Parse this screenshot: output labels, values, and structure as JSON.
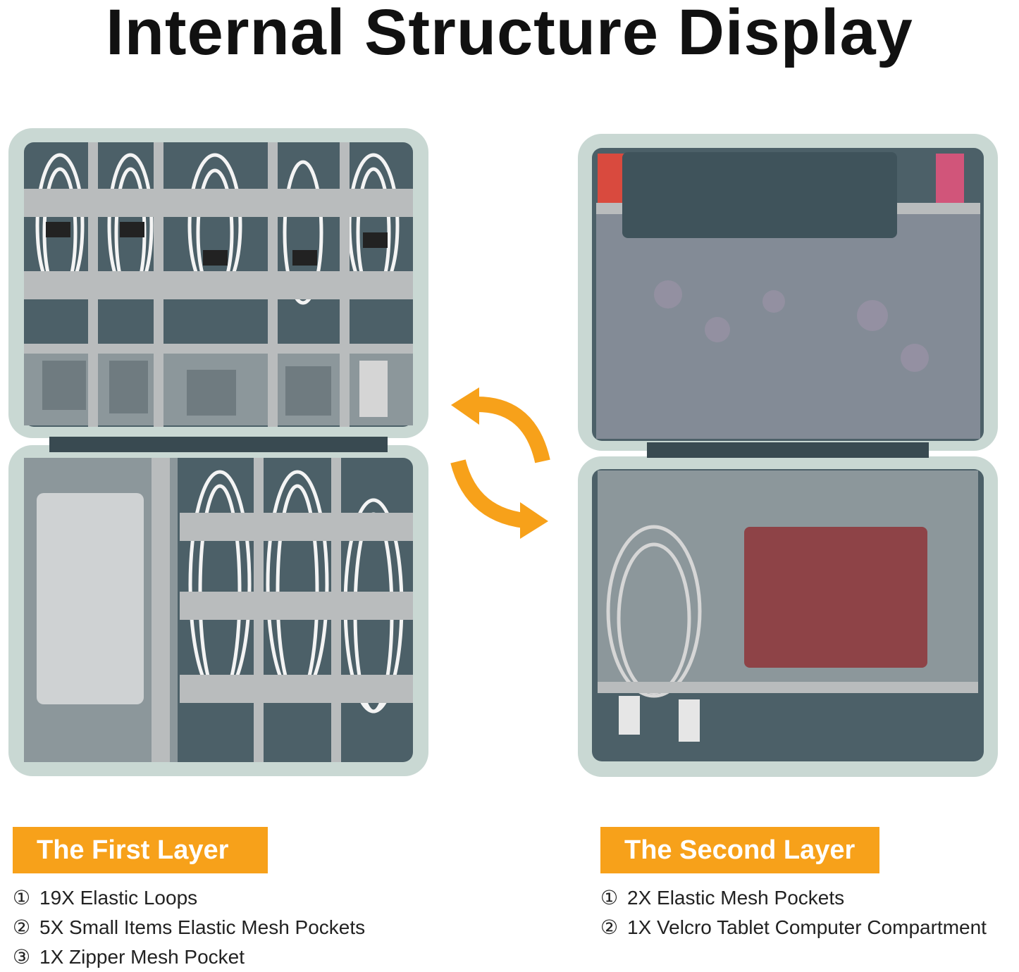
{
  "title": "Internal Structure Display",
  "first_layer": {
    "label": "The First Layer",
    "features": [
      {
        "num": "①",
        "text": "19X Elastic Loops"
      },
      {
        "num": "②",
        "text": "5X Small Items Elastic Mesh Pockets"
      },
      {
        "num": "③",
        "text": "1X Zipper Mesh Pocket"
      }
    ]
  },
  "second_layer": {
    "label": "The Second Layer",
    "features": [
      {
        "num": "①",
        "text": "2X Elastic Mesh Pockets"
      },
      {
        "num": "②",
        "text": "1X Velcro Tablet Computer Compartment"
      }
    ]
  },
  "colors": {
    "accent": "#f7a11a",
    "case_trim": "#c9d8d3",
    "lining": "#4c6068",
    "mesh": "#8c979b",
    "strap": "#b9bcbd",
    "cable": "#f4f4f4"
  },
  "icons": [
    "swap-arrows-icon"
  ]
}
